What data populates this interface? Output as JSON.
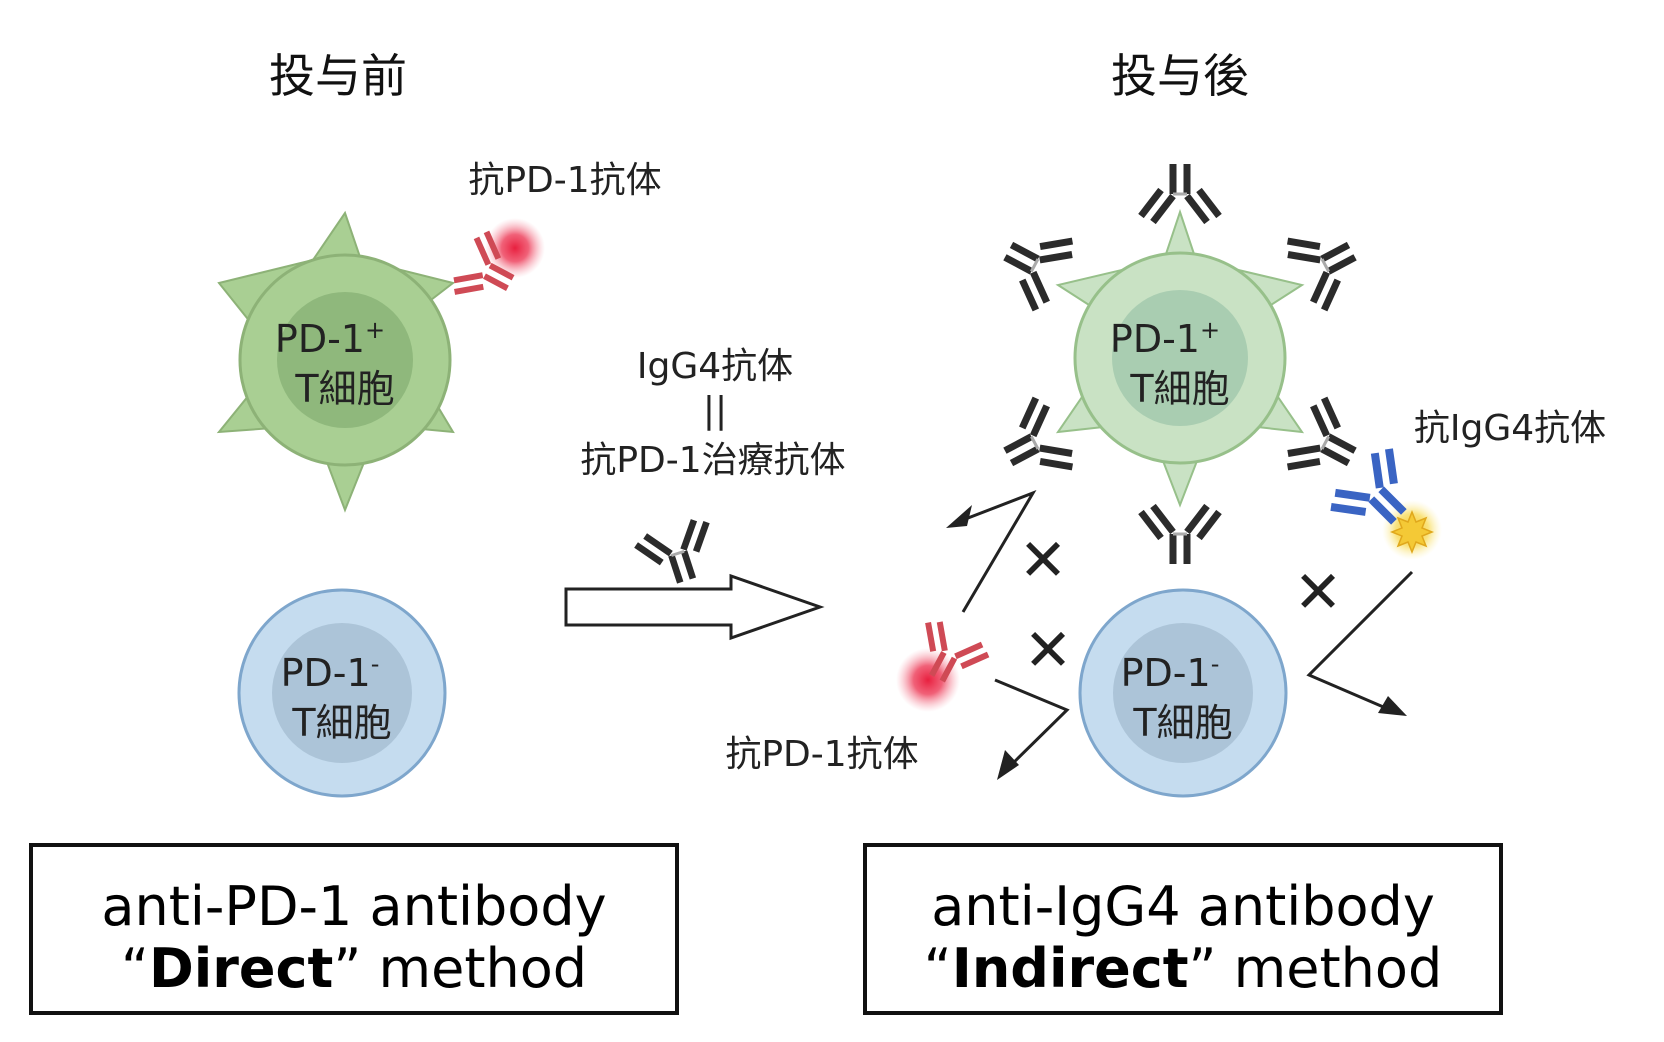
{
  "headings": {
    "before": "投与前",
    "after": "投与後"
  },
  "labels": {
    "anti_pd1_top": "抗PD-1抗体",
    "igg4_line1": "IgG4抗体",
    "igg4_equals": "||",
    "igg4_line2": "抗PD-1治療抗体",
    "anti_igg4": "抗IgG4抗体",
    "anti_pd1_bottom": "抗PD-1抗体"
  },
  "cells": {
    "left_pos": {
      "line1": "PD-1",
      "sup": "+",
      "line2": "T細胞"
    },
    "left_neg": {
      "line1": "PD-1",
      "sup": "-",
      "line2": "T細胞"
    },
    "right_pos": {
      "line1": "PD-1",
      "sup": "+",
      "line2": "T細胞"
    },
    "right_neg": {
      "line1": "PD-1",
      "sup": "-",
      "line2": "T細胞"
    }
  },
  "marks": {
    "blocked": "✕"
  },
  "boxes": {
    "left": {
      "line1": "anti-PD-1 antibody",
      "open_quote": "“",
      "bold": "Direct",
      "close_quote": "”",
      "rest": " method"
    },
    "right": {
      "line1": "anti-IgG4 antibody",
      "open_quote": "“",
      "bold": "Indirect",
      "close_quote": "”",
      "rest": " method"
    }
  },
  "colors": {
    "pos_outer": "#a9cf93",
    "pos_inner": "#8fb87c",
    "pos_outer_light": "#c9e2c4",
    "pos_inner_light": "#a9cdb1",
    "neg_outer": "#c5dcef",
    "neg_inner": "#acc4d8",
    "neg_stroke": "#7ea6cc",
    "anti_pd1": "#cf4a55",
    "anti_igg4": "#3a64c3",
    "therapeutic": "#2b2b2b",
    "glow_red": "#ec3a55",
    "glow_yellow": "#f4c936"
  }
}
